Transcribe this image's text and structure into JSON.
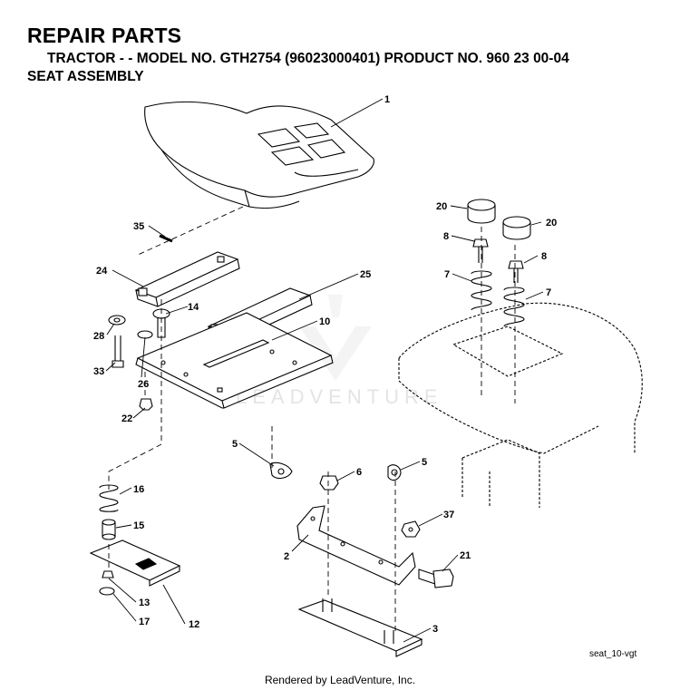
{
  "header": {
    "title": "REPAIR PARTS",
    "subtitle": "TRACTOR - - MODEL NO. GTH2754 (96023000401) PRODUCT NO. 960 23 00-04",
    "section": "SEAT ASSEMBLY"
  },
  "watermark": "LEADVENTURE",
  "diagram_ref": "seat_10-vgt",
  "footer": "Rendered by LeadVenture, Inc.",
  "callouts": {
    "c1": "1",
    "c2": "2",
    "c3": "3",
    "c5a": "5",
    "c5b": "5",
    "c6": "6",
    "c7a": "7",
    "c7b": "7",
    "c8a": "8",
    "c8b": "8",
    "c10": "10",
    "c12": "12",
    "c13": "13",
    "c14": "14",
    "c15": "15",
    "c16": "16",
    "c17": "17",
    "c20a": "20",
    "c20b": "20",
    "c21": "21",
    "c22": "22",
    "c24": "24",
    "c25": "25",
    "c26": "26",
    "c28": "28",
    "c33": "33",
    "c35": "35",
    "c37": "37"
  }
}
